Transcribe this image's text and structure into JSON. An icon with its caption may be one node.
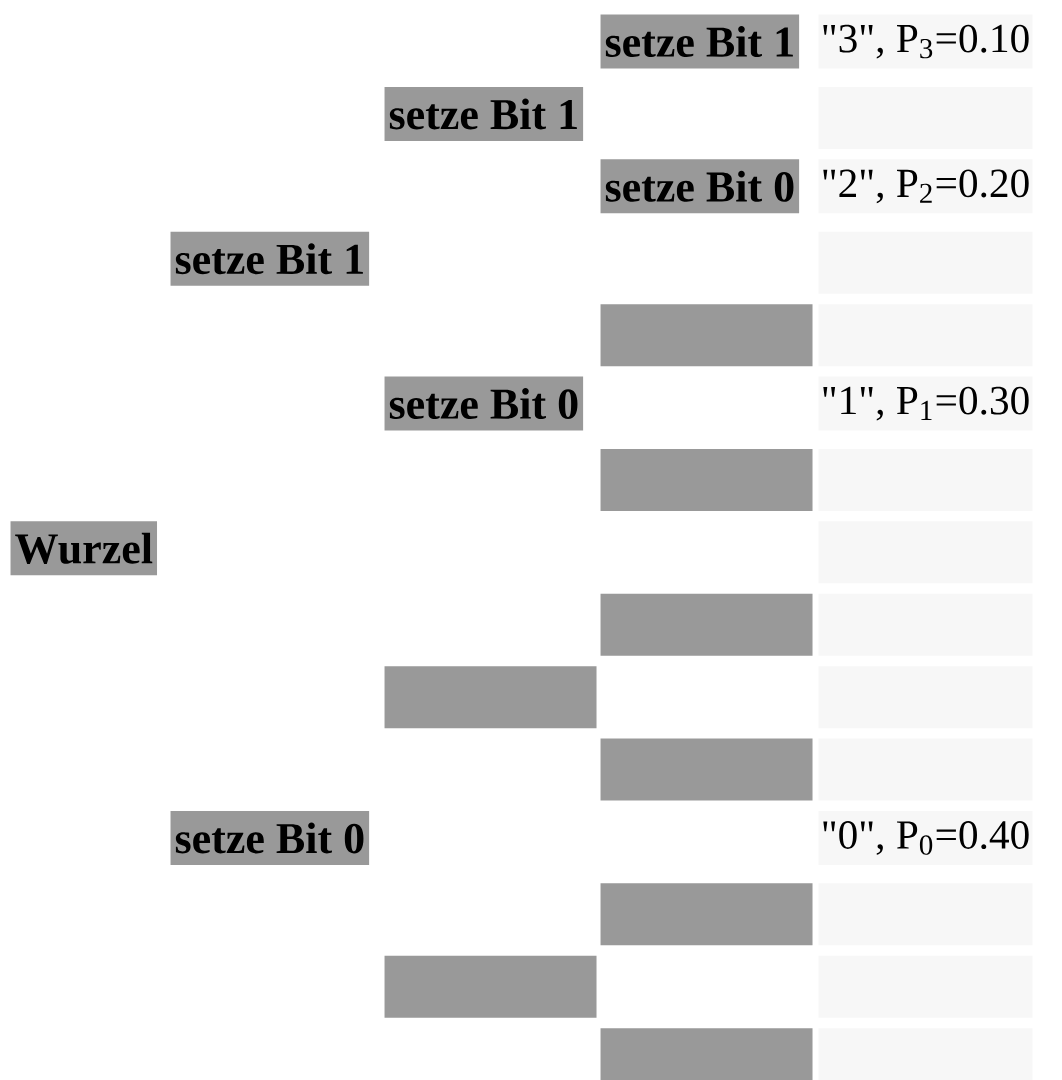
{
  "diagram": {
    "nodes": [
      {
        "text": [
          "setze Bit 1"
        ]
      },
      {
        "text": [
          "\"3\", P$_{3}$=0.10"
        ]
      },
      {
        "text": [
          "setze Bit 1"
        ]
      },
      {
        "text": [],
        "shape": "box"
      },
      {
        "text": [
          "setze Bit 0"
        ]
      },
      {
        "text": [
          "\"2\", P$_{2}$=0.20"
        ]
      },
      {
        "text": [
          "setze Bit 1"
        ]
      },
      {
        "text": [],
        "shape": "box"
      },
      {
        "text": [],
        "shape": "box"
      },
      {
        "text": [],
        "shape": "box"
      },
      {
        "text": [
          "setze Bit 0"
        ]
      },
      {
        "text": [
          "\"1\", P$_{1}$=0.30"
        ]
      },
      {
        "text": [],
        "shape": "box"
      },
      {
        "text": [],
        "shape": "box"
      },
      {
        "text": [
          "Wurzel"
        ]
      },
      {
        "text": [],
        "shape": "box"
      },
      {
        "text": [],
        "shape": "box"
      },
      {
        "text": [],
        "shape": "box"
      },
      {
        "text": [],
        "shape": "box"
      },
      {
        "text": [],
        "shape": "box"
      },
      {
        "text": [],
        "shape": "box"
      },
      {
        "text": [],
        "shape": "box"
      },
      {
        "text": [
          "setze Bit 0"
        ]
      },
      {
        "text": [
          "\"0\", P$_{0}$=0.40"
        ]
      },
      {
        "text": [],
        "shape": "box"
      },
      {
        "text": [],
        "shape": "box"
      },
      {
        "text": [],
        "shape": "box"
      },
      {
        "text": [],
        "shape": "box"
      },
      {
        "text": [],
        "shape": "box"
      },
      {
        "text": [],
        "shape": "box"
      }
    ]
  }
}
